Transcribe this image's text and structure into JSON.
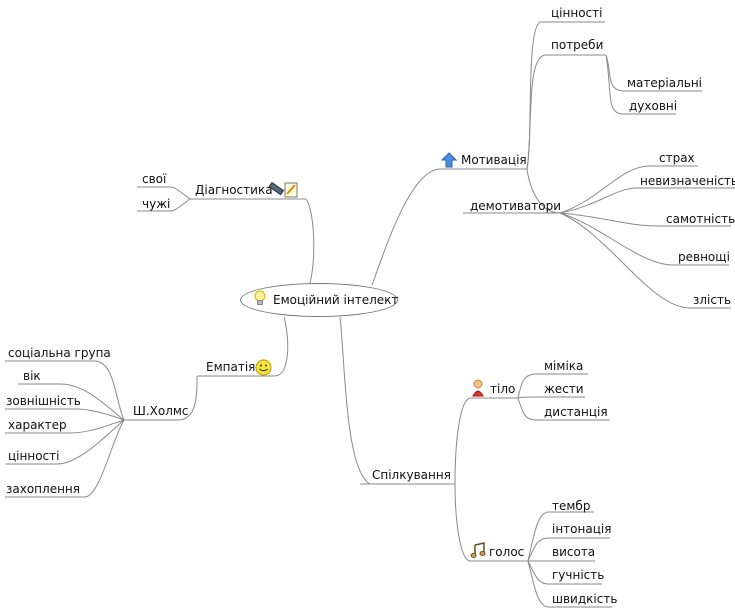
{
  "root": {
    "label": "Емоційний інтелект",
    "icon": "lightbulb-icon"
  },
  "branches": {
    "diagnostics": {
      "label": "Діагностика",
      "icon": "pencil-and-note-icon",
      "children": [
        "свої",
        "чужі"
      ]
    },
    "empathy": {
      "label": "Емпатія",
      "icon": "smiley-icon",
      "holmes": {
        "label": "Ш.Холмс",
        "children": [
          "соціальна група",
          "вік",
          "зовнішність",
          "характер",
          "цінності",
          "захоплення"
        ]
      }
    },
    "motivation": {
      "label": "Мотивація",
      "icon": "up-arrow-icon",
      "values": "цінності",
      "needs": {
        "label": "потреби",
        "children": [
          "матеріальні",
          "духовні"
        ]
      },
      "demotivators": {
        "label": "демотиватори",
        "children": [
          "страх",
          "невизначеність",
          "самотність",
          "ревнощі",
          "злість"
        ]
      }
    },
    "communication": {
      "label": "Спілкування",
      "body": {
        "label": "тіло",
        "icon": "person-icon",
        "children": [
          "міміка",
          "жести",
          "дистанція"
        ]
      },
      "voice": {
        "label": "голос",
        "icon": "music-notes-icon",
        "children": [
          "тембр",
          "інтонація",
          "висота",
          "гучність",
          "швидкість"
        ]
      }
    }
  }
}
